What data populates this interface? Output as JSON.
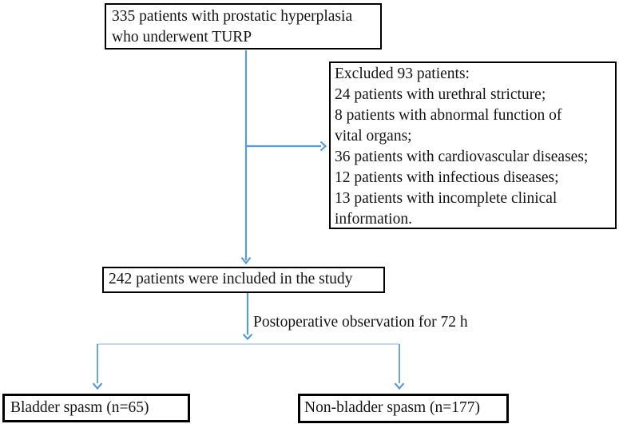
{
  "meta": {
    "background_color": "#ffffff",
    "box_border_color": "#000000",
    "text_color": "#141414",
    "arrow_color": "#5b9bd5",
    "connector_color": "#9dc3e6"
  },
  "boxes": {
    "enrollment": {
      "lines": [
        "335 patients with prostatic hyperplasia",
        "who underwent TURP"
      ]
    },
    "excluded": {
      "lines": [
        "Excluded 93 patients:",
        "24 patients with urethral stricture;",
        "8 patients with abnormal function of",
        "vital organs;",
        "36 patients with cardiovascular diseases;",
        "12 patients with infectious diseases;",
        "13 patients with incomplete clinical",
        "information."
      ]
    },
    "included": {
      "label": "242 patients were included in the study"
    },
    "bladder_spasm": {
      "label": "Bladder spasm (n=65)"
    },
    "non_bladder_spasm": {
      "label": "Non-bladder spasm (n=177)"
    }
  },
  "labels": {
    "observation": "Postoperative observation for 72 h"
  }
}
